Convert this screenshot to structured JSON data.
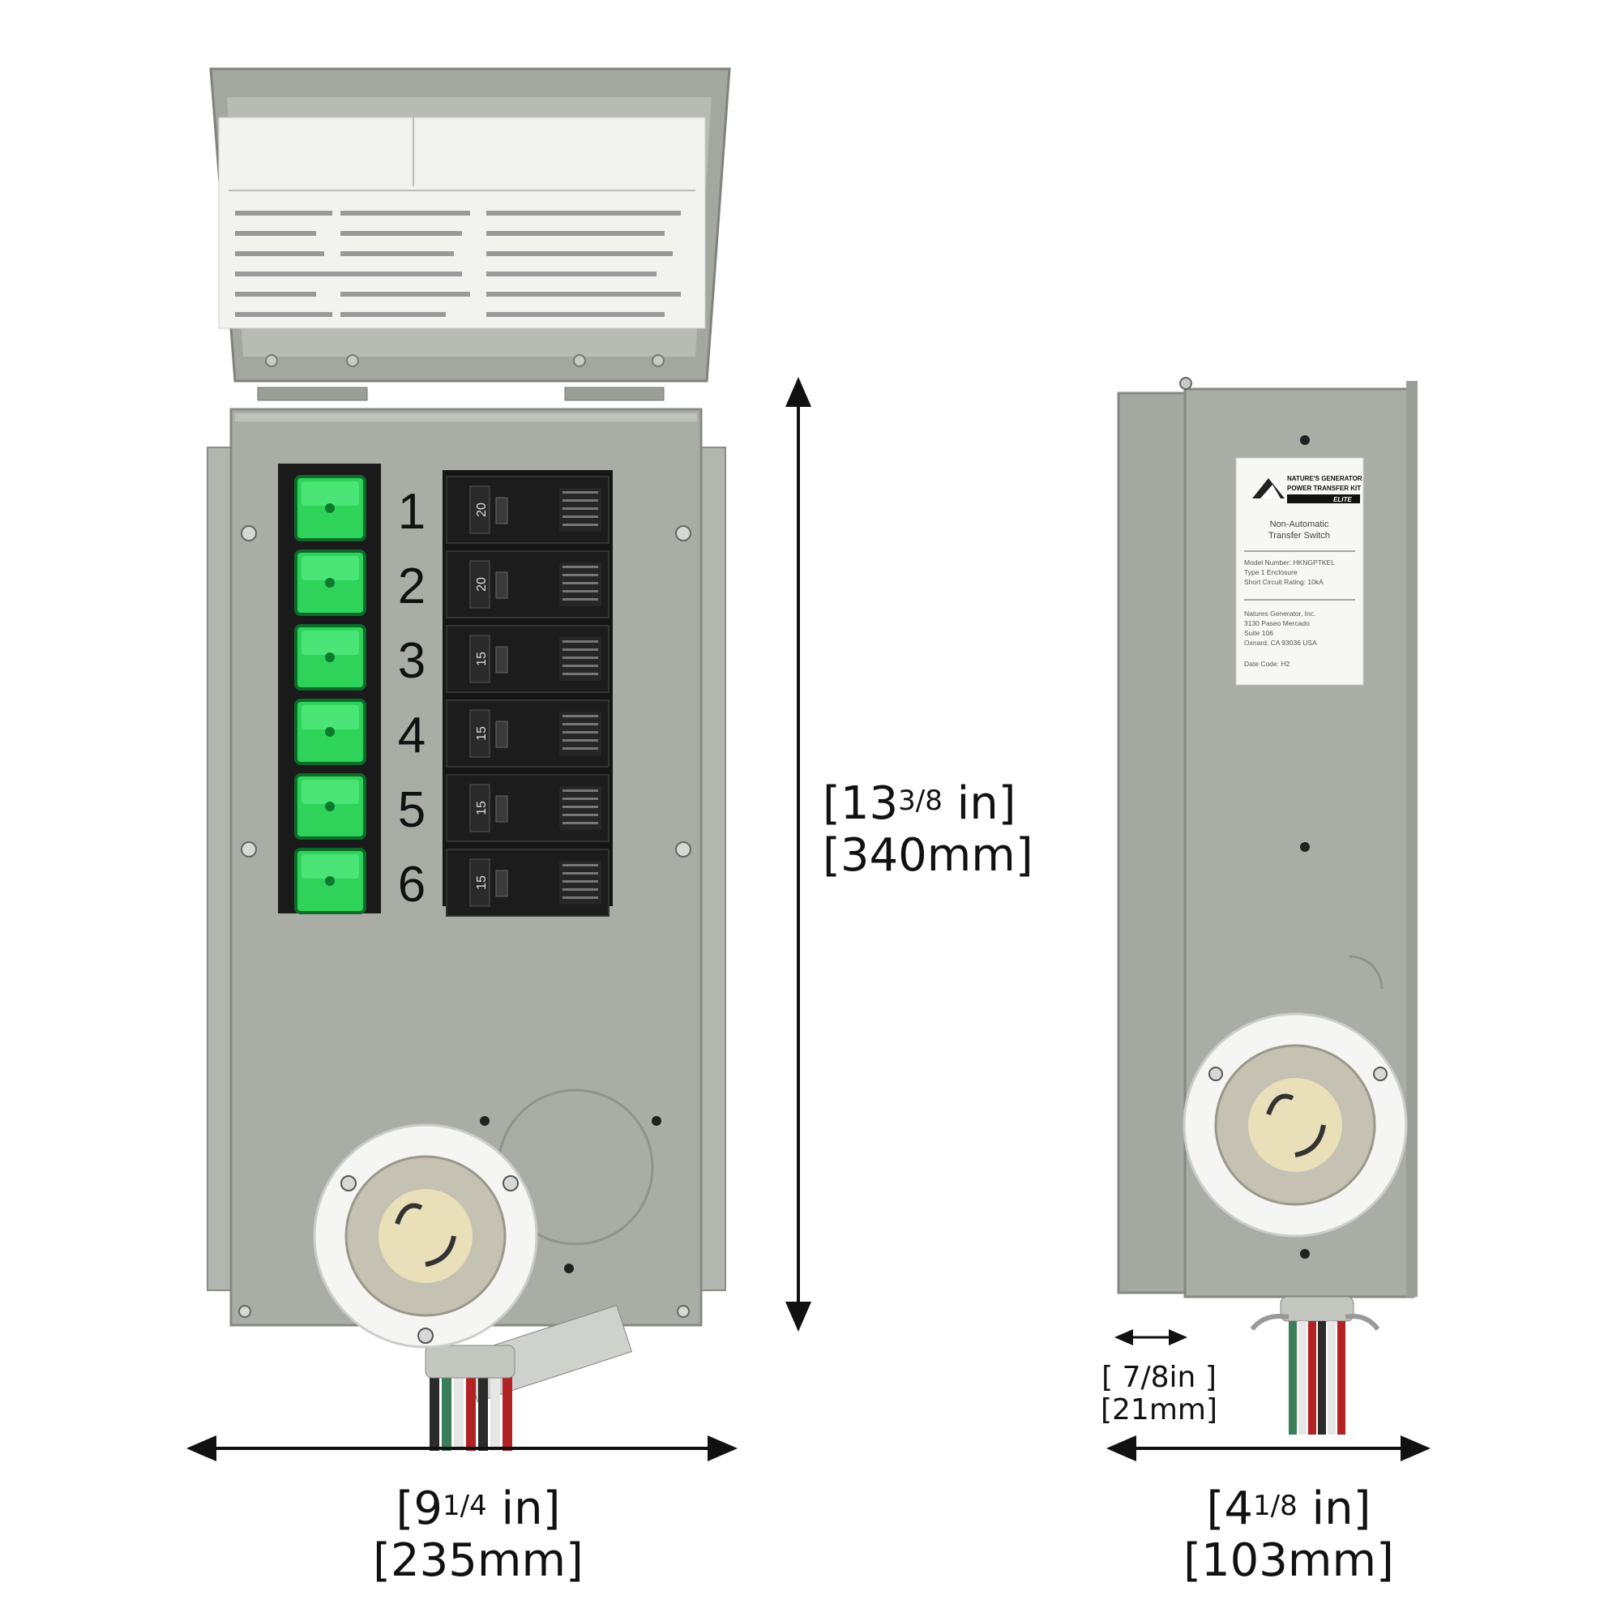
{
  "circuits": [
    {
      "number": "1",
      "rating": "20"
    },
    {
      "number": "2",
      "rating": "20"
    },
    {
      "number": "3",
      "rating": "15"
    },
    {
      "number": "4",
      "rating": "15"
    },
    {
      "number": "5",
      "rating": "15"
    },
    {
      "number": "6",
      "rating": "15"
    }
  ],
  "label": {
    "brand_line1": "NATURE'S GENERATOR",
    "brand_line2": "POWER TRANSFER KIT",
    "brand_line3": "ELITE",
    "product_line1": "Non-Automatic",
    "product_line2": "Transfer Switch",
    "model": "Model Number: HKNGPTKEL",
    "type": "Type 1 Enclosure",
    "rating": "Short Circuit Rating: 10kA",
    "company": "Natures Generator, Inc.",
    "address1": "3130 Paseo Mercado",
    "address2": "Suite 106",
    "address3": "Oxnard, CA 93036 USA",
    "date_code": "Date Code: H2"
  },
  "dimensions": {
    "height_whole": "[13",
    "height_frac": "3/8",
    "height_unit": " in]",
    "height_mm": "[340mm]",
    "width_whole": "[9",
    "width_frac": "1/4",
    "width_unit": " in]",
    "width_mm": "[235mm]",
    "depth_whole": "[4",
    "depth_frac": "1/8",
    "depth_unit": " in]",
    "depth_mm": "[103mm]",
    "offset_in": "[ 7/8in ]",
    "offset_mm": "[21mm]"
  },
  "colors": {
    "enclosure": "#a9ada6",
    "enclosure_dark": "#8f938c",
    "switch_green": "#2fd35a",
    "breaker_black": "#1c1c1c"
  }
}
